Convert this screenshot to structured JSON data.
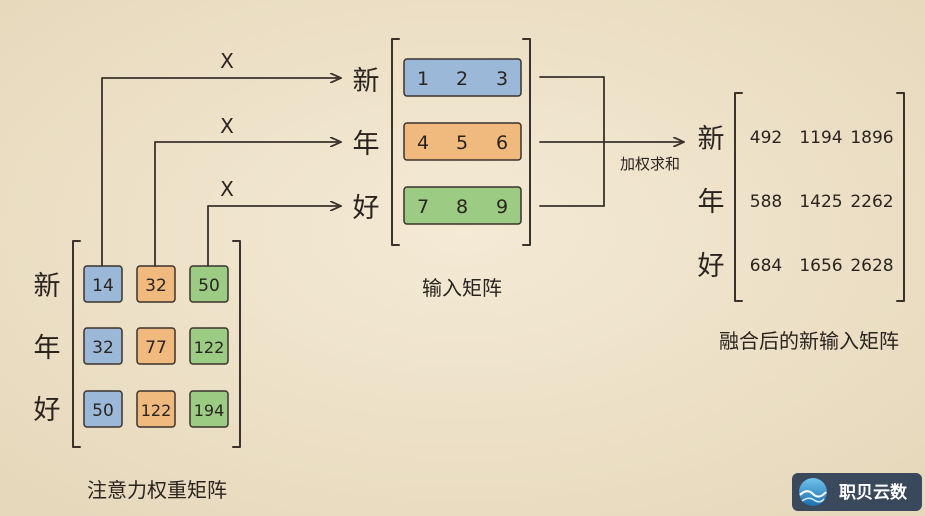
{
  "colors": {
    "background": "#efe4cc",
    "blue": "#9cb8d8",
    "orange": "#f0b97e",
    "green": "#9ccb84",
    "ink": "#2a2420"
  },
  "row_labels": [
    "新",
    "年",
    "好"
  ],
  "operators": {
    "multiply": "X",
    "weighted_sum": "加权求和"
  },
  "weight_matrix": {
    "caption": "注意力权重矩阵",
    "values": [
      [
        "14",
        "32",
        "50"
      ],
      [
        "32",
        "77",
        "122"
      ],
      [
        "50",
        "122",
        "194"
      ]
    ]
  },
  "input_matrix": {
    "caption": "输入矩阵",
    "values": [
      [
        "1",
        "2",
        "3"
      ],
      [
        "4",
        "5",
        "6"
      ],
      [
        "7",
        "8",
        "9"
      ]
    ]
  },
  "output_matrix": {
    "caption": "融合后的新输入矩阵",
    "values": [
      [
        "492",
        "1194",
        "1896"
      ],
      [
        "588",
        "1425",
        "2262"
      ],
      [
        "684",
        "1656",
        "2628"
      ]
    ]
  },
  "logo": {
    "text": "职贝云数",
    "icon": "globe-wave-icon"
  }
}
